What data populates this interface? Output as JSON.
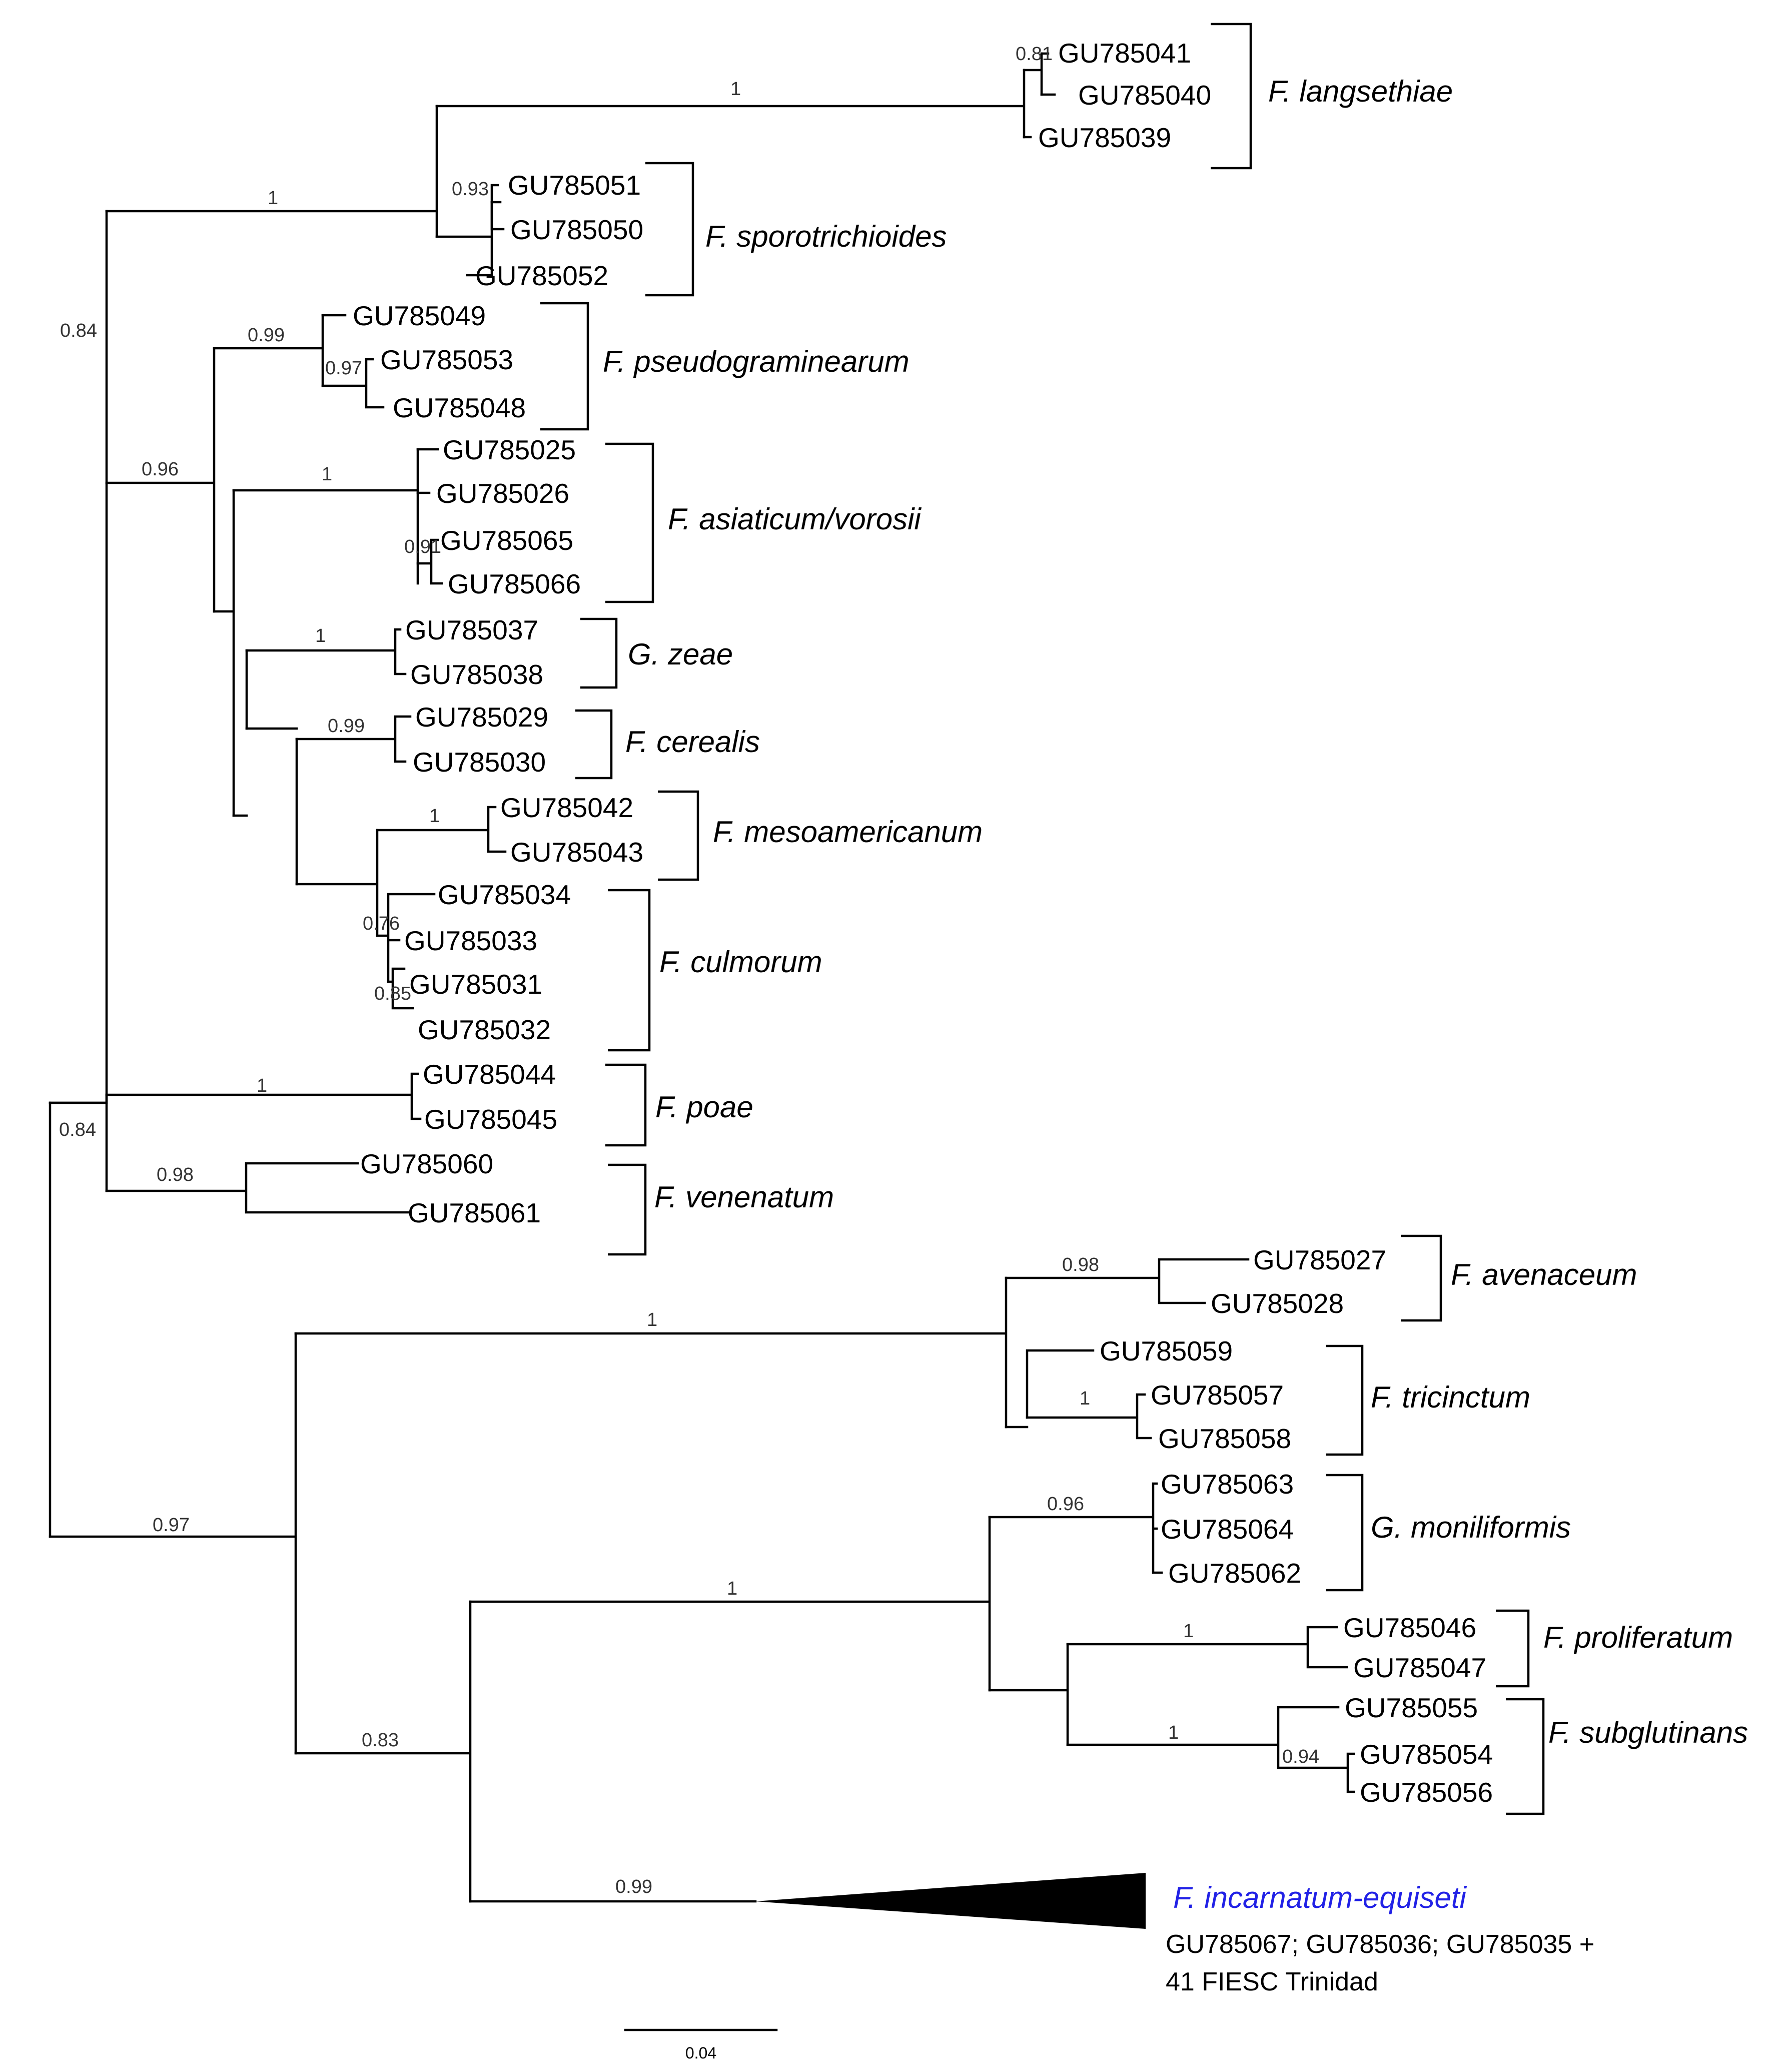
{
  "leaves": [
    "GU785041",
    "GU785040",
    "GU785039",
    "GU785051",
    "GU785050",
    "GU785052",
    "GU785049",
    "GU785053",
    "GU785048",
    "GU785025",
    "GU785026",
    "GU785065",
    "GU785066",
    "GU785037",
    "GU785038",
    "GU785029",
    "GU785030",
    "GU785042",
    "GU785043",
    "GU785034",
    "GU785033",
    "GU785031",
    "GU785032",
    "GU785044",
    "GU785045",
    "GU785060",
    "GU785061",
    "GU785027",
    "GU785028",
    "GU785059",
    "GU785057",
    "GU785058",
    "GU785063",
    "GU785064",
    "GU785062",
    "GU785046",
    "GU785047",
    "GU785055",
    "GU785054",
    "GU785056"
  ],
  "support": [
    "0.84",
    "1",
    "1",
    "0.81",
    "0.93",
    "0.96",
    "0.99",
    "0.97",
    "1",
    "0.91",
    "1",
    "0.99",
    "1",
    "0.76",
    "0.85",
    "0.84",
    "1",
    "0.98",
    "0.97",
    "1",
    "0.98",
    "1",
    "0.83",
    "1",
    "0.96",
    "1",
    "1",
    "0.94",
    "0.99"
  ],
  "clades": [
    "F. langsethiae",
    "F. sporotrichioides",
    "F. pseudograminearum",
    "F. asiaticum/vorosii",
    "G. zeae",
    "F. cerealis",
    "F. mesoamericanum",
    "F. culmorum",
    "F. poae",
    "F. venenatum",
    "F. avenaceum",
    "F. tricinctum",
    "G. moniliformis",
    "F. proliferatum",
    "F. subglutinans"
  ],
  "collapsed_clade": {
    "name": "F. incarnatum-equiseti",
    "note_line1": "GU785067; GU785036; GU785035 +",
    "note_line2": "41 FIESC Trinidad"
  },
  "scale_bar": {
    "label": "0.04"
  },
  "colors": {
    "branch": "#000000",
    "collapsed_clade_label": "#2121e6"
  }
}
